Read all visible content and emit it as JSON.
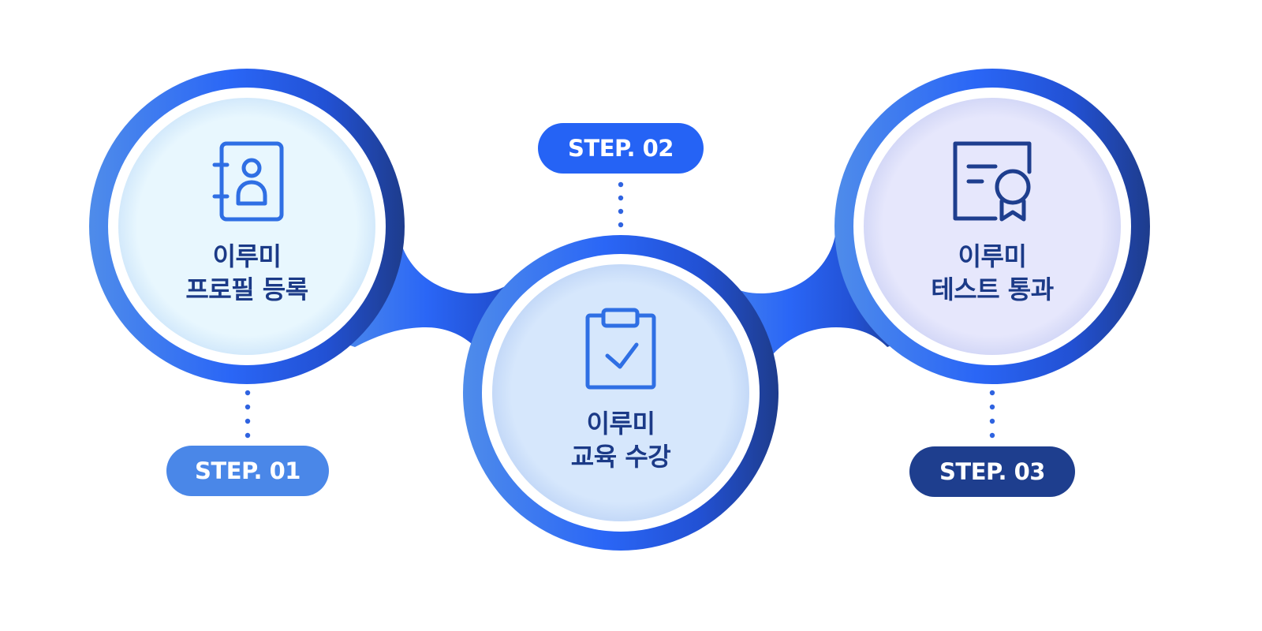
{
  "steps": [
    {
      "badge": "STEP. 01",
      "title_line1": "이루미",
      "title_line2": "프로필 등록",
      "icon": "profile-book-icon",
      "badge_color": "#4a87e8",
      "ring_color": "#3f7ff0",
      "inner_color": "#e6f6fe"
    },
    {
      "badge": "STEP. 02",
      "title_line1": "이루미",
      "title_line2": "교육 수강",
      "icon": "clipboard-check-icon",
      "badge_color": "#2563f5",
      "ring_color": "#2563f5",
      "inner_color": "#d5e6fb"
    },
    {
      "badge": "STEP. 03",
      "title_line1": "이루미",
      "title_line2": "테스트 통과",
      "icon": "certificate-icon",
      "badge_color": "#1e3e8e",
      "ring_color": "#1f4aa8",
      "inner_color": "#e4e6fb"
    }
  ],
  "colors": {
    "icon_stroke": "#2f6fe4",
    "icon_stroke_dark": "#1e3e8e",
    "title_text": "#1b3a87",
    "dots": "#2f63e0"
  }
}
